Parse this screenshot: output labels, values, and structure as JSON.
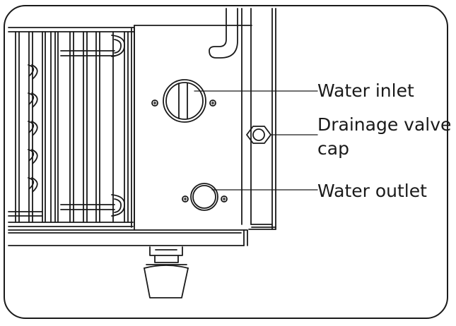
{
  "labels": {
    "water_inlet": "Water inlet",
    "drainage_valve_line1": "Drainage valve",
    "drainage_valve_line2": "cap",
    "water_outlet": "Water outlet"
  },
  "colors": {
    "line": "#1a1a1a",
    "background": "#ffffff"
  }
}
